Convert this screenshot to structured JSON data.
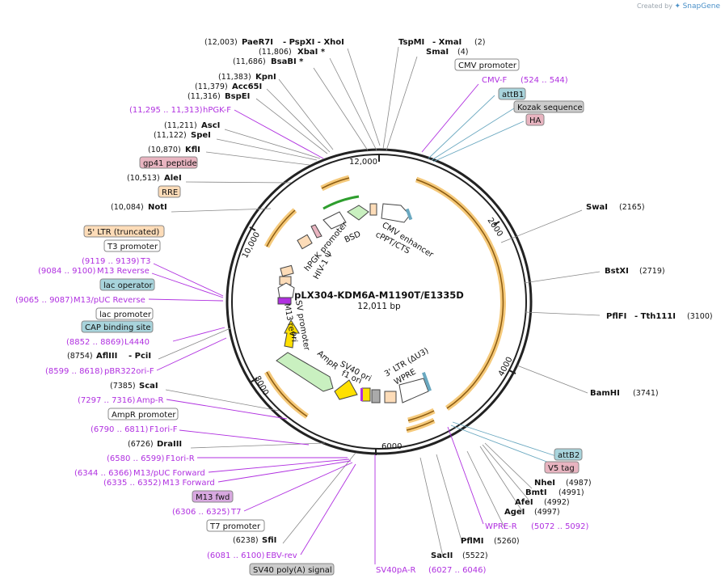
{
  "credit": {
    "prefix": "Created by",
    "brand": "SnapGene"
  },
  "plasmid": {
    "name": "pLX304-KDM6A-M1190T/E1335D",
    "size_label": "12,011 bp",
    "length": 12011
  },
  "colors": {
    "primer": "#b030e0",
    "orange_band": "#f5a623",
    "backbone": "#222222",
    "green_marker": "#2e9e2e"
  },
  "ticks": [
    "2000",
    "4000",
    "6000",
    "8000",
    "10,000",
    "12,000"
  ],
  "features_on_map": [
    {
      "label": "CMV enhancer"
    },
    {
      "label": "cPPT/CTS"
    },
    {
      "label": "BSD"
    },
    {
      "label": "hPGK promoter"
    },
    {
      "label": "HIV-1 Ψ"
    },
    {
      "label": "SV promoter"
    },
    {
      "label": "M13 rev"
    },
    {
      "label": "ori"
    },
    {
      "label": "AmpR"
    },
    {
      "label": "SV40 ori"
    },
    {
      "label": "f1 ori"
    },
    {
      "label": "3' LTR (ΔU3)"
    },
    {
      "label": "WPRE"
    }
  ],
  "enzymes_left": [
    {
      "pos": "(12,003)",
      "name": "PaeR7I",
      "extra": "- PspXI   - XhoI"
    },
    {
      "pos": "(11,806)",
      "name": "XbaI *"
    },
    {
      "pos": "(11,686)",
      "name": "BsaBI  *"
    },
    {
      "pos": "(11,383)",
      "name": "KpnI"
    },
    {
      "pos": "(11,379)",
      "name": "Acc65I"
    },
    {
      "pos": "(11,316)",
      "name": "BspEI"
    },
    {
      "pos": "(11,211)",
      "name": "AscI"
    },
    {
      "pos": "(11,122)",
      "name": "SpeI"
    },
    {
      "pos": "(10,870)",
      "name": "KflI"
    },
    {
      "pos": "(10,513)",
      "name": "AleI"
    },
    {
      "pos": "(10,084)",
      "name": "NotI"
    },
    {
      "pos": "(8754)",
      "name": "AflIII",
      "extra": "- PciI"
    },
    {
      "pos": "(7385)",
      "name": "ScaI"
    },
    {
      "pos": "(6726)",
      "name": "DraIII"
    },
    {
      "pos": "(6238)",
      "name": "SfiI"
    }
  ],
  "enzymes_right": [
    {
      "name": "TspMI",
      "extra": "- XmaI",
      "pos": "(2)"
    },
    {
      "name": "SmaI",
      "pos": "(4)"
    },
    {
      "name": "SwaI",
      "pos": "(2165)"
    },
    {
      "name": "BstXI",
      "pos": "(2719)"
    },
    {
      "name": "PflFI",
      "extra": "- Tth111I",
      "pos": "(3100)"
    },
    {
      "name": "BamHI",
      "pos": "(3741)"
    },
    {
      "name": "NheI",
      "pos": "(4987)"
    },
    {
      "name": "BmtI",
      "pos": "(4991)"
    },
    {
      "name": "AfeI",
      "pos": "(4992)"
    },
    {
      "name": "AgeI",
      "pos": "(4997)"
    },
    {
      "name": "PflMI",
      "pos": "(5260)"
    },
    {
      "name": "SacII",
      "pos": "(5522)"
    }
  ],
  "primers": [
    {
      "name": "CMV-F",
      "range": "(524 .. 544)"
    },
    {
      "name": "hPGK-F",
      "range": "(11,295 .. 11,313)"
    },
    {
      "name": "T3",
      "range": "(9119 .. 9139)"
    },
    {
      "name": "M13 Reverse",
      "range": "(9084 .. 9100)"
    },
    {
      "name": "M13/pUC Reverse",
      "range": "(9065 .. 9087)"
    },
    {
      "name": "L4440",
      "range": "(8852 .. 8869)"
    },
    {
      "name": "pBR322ori-F",
      "range": "(8599 .. 8618)"
    },
    {
      "name": "Amp-R",
      "range": "(7297 .. 7316)"
    },
    {
      "name": "F1ori-F",
      "range": "(6790 .. 6811)"
    },
    {
      "name": "F1ori-R",
      "range": "(6580 .. 6599)"
    },
    {
      "name": "M13/pUC Forward",
      "range": "(6344 .. 6366)"
    },
    {
      "name": "M13 Forward",
      "range": "(6335 .. 6352)"
    },
    {
      "name": "T7",
      "range": "(6306 .. 6325)"
    },
    {
      "name": "EBV-rev",
      "range": "(6081 .. 6100)"
    },
    {
      "name": "WPRE-R",
      "range": "(5072 .. 5092)"
    },
    {
      "name": "SV40pA-R",
      "range": "(6027 .. 6046)"
    }
  ],
  "boxed_features": [
    {
      "label": "CMV promoter",
      "color": "#ffffff"
    },
    {
      "label": "attB1",
      "color": "#a8d4dc"
    },
    {
      "label": "Kozak sequence",
      "color": "#cccccc"
    },
    {
      "label": "HA",
      "color": "#e8b4c0"
    },
    {
      "label": "gp41 peptide",
      "color": "#e8b4c0"
    },
    {
      "label": "RRE",
      "color": "#fddcb8"
    },
    {
      "label": "5' LTR (truncated)",
      "color": "#fddcb8"
    },
    {
      "label": "T3 promoter",
      "color": "#ffffff"
    },
    {
      "label": "lac operator",
      "color": "#a8d4dc"
    },
    {
      "label": "lac promoter",
      "color": "#ffffff"
    },
    {
      "label": "CAP binding site",
      "color": "#a8d4dc"
    },
    {
      "label": "AmpR promoter",
      "color": "#ffffff"
    },
    {
      "label": "M13 fwd",
      "color": "#d8a8e0"
    },
    {
      "label": "T7 promoter",
      "color": "#ffffff"
    },
    {
      "label": "SV40 poly(A) signal",
      "color": "#cccccc"
    },
    {
      "label": "attB2",
      "color": "#a8d4dc"
    },
    {
      "label": "V5 tag",
      "color": "#e8b4c0"
    }
  ]
}
